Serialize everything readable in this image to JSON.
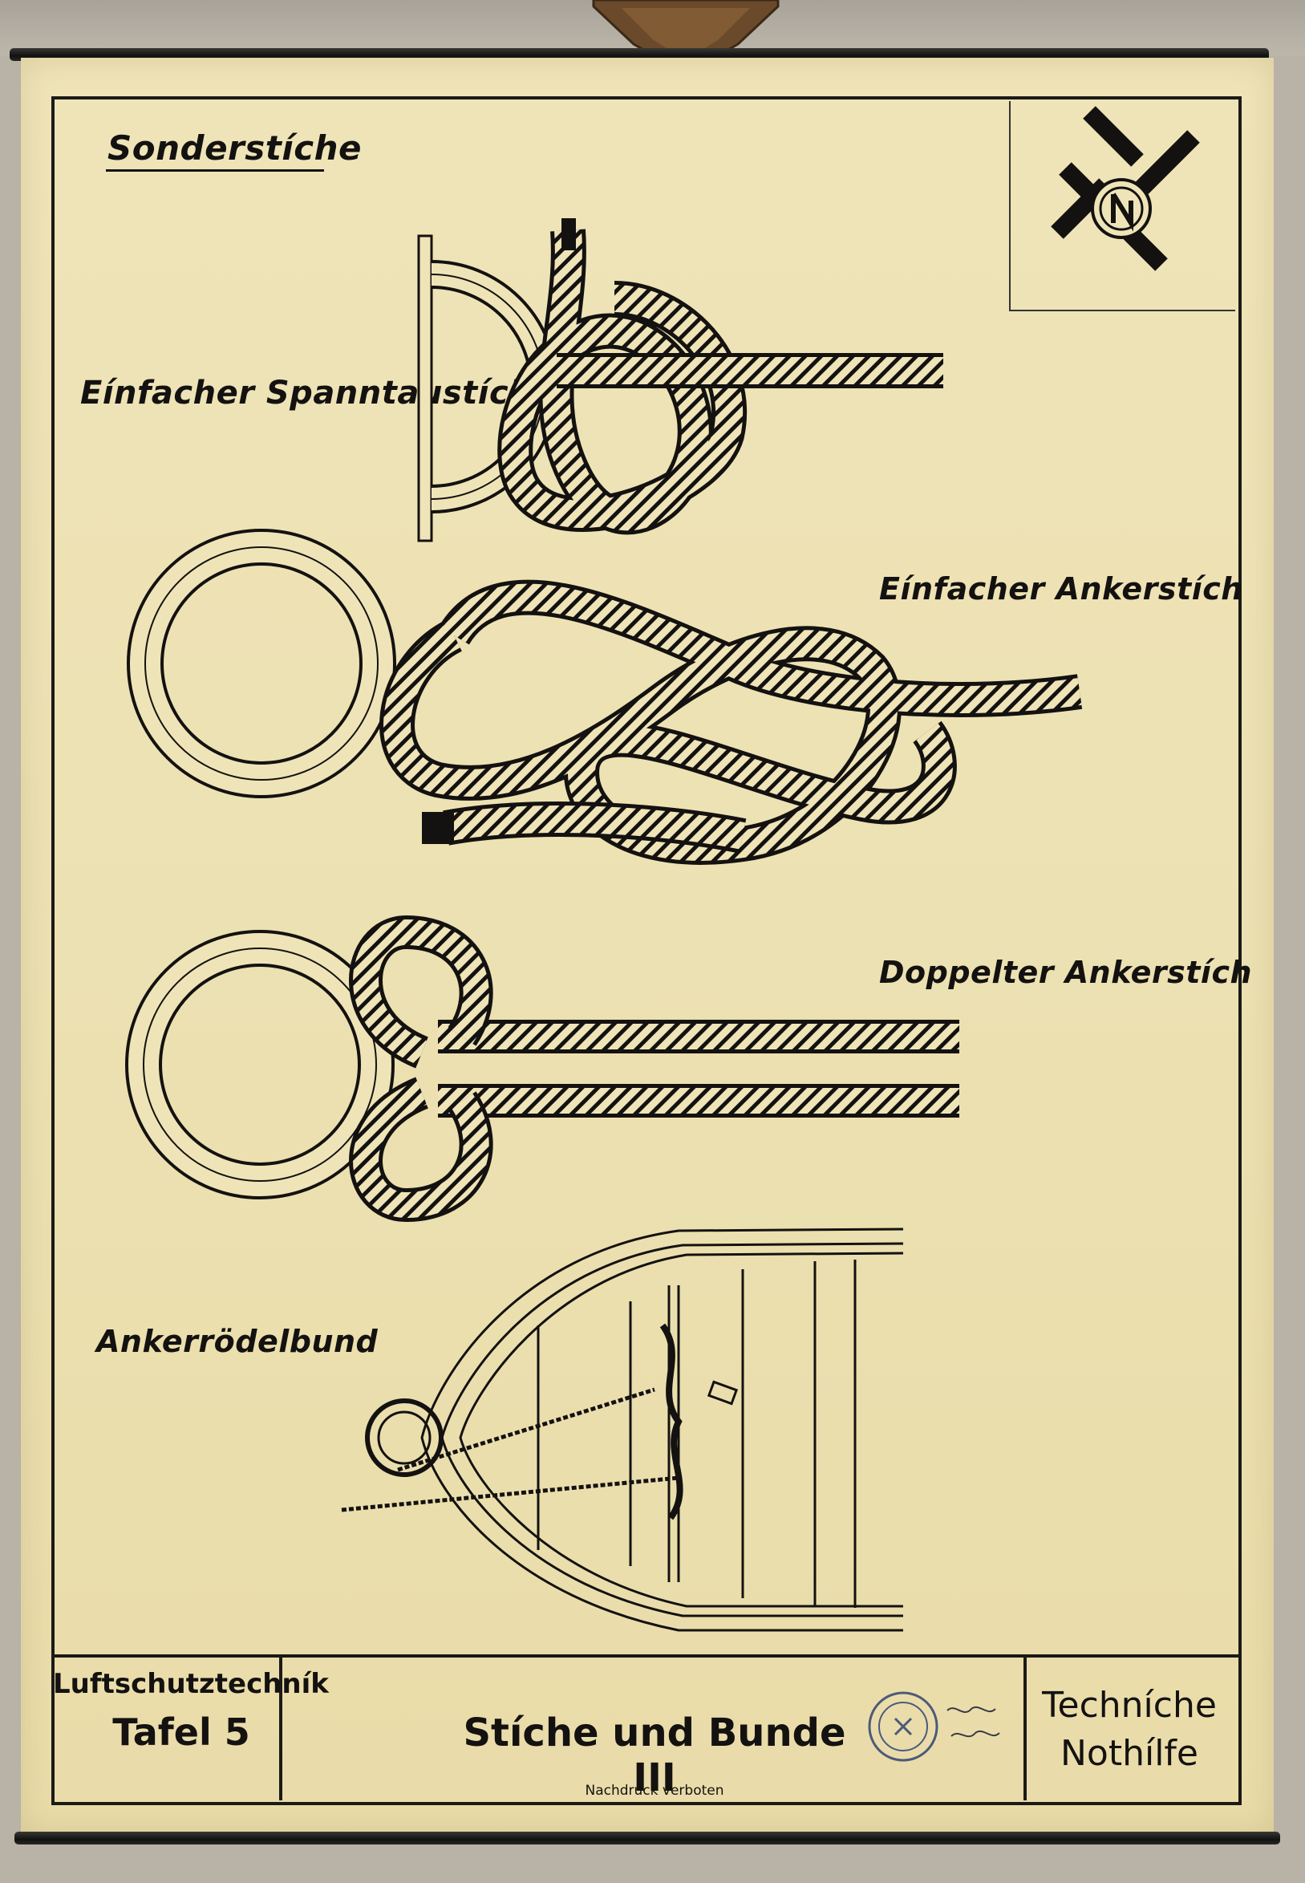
{
  "poster": {
    "heading": "Sonderstíche",
    "knots": [
      {
        "label": "Eínfacher Spanntaustích"
      },
      {
        "label": "Eínfacher Ankerstích"
      },
      {
        "label": "Doppelter Ankerstích"
      },
      {
        "label": "Ankerrödelbund"
      }
    ],
    "footer": {
      "series": "Luftschutztechník",
      "plate": "Tafel 5",
      "subject": "Stíche und Bunde III",
      "notice": "Nachdruck verboten",
      "organization_line1": "Techníche",
      "organization_line2": "Nothílfe"
    },
    "logo": "swastika-gear-emblem",
    "stamp": "circular-ink-stamp",
    "handwriting": "Inv Verz 48 98."
  }
}
